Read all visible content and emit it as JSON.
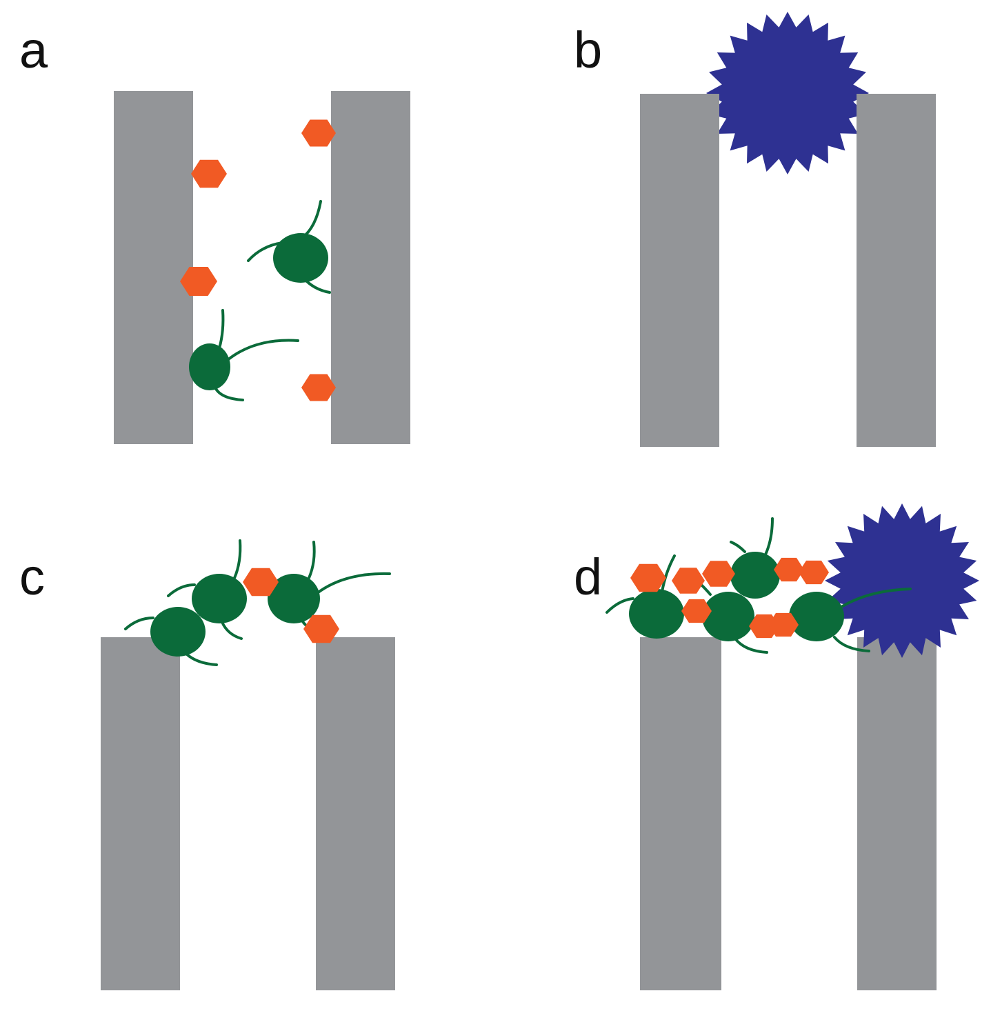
{
  "panels": [
    {
      "id": "a",
      "label": "a"
    },
    {
      "id": "b",
      "label": "b"
    },
    {
      "id": "c",
      "label": "c"
    },
    {
      "id": "d",
      "label": "d"
    }
  ],
  "colors": {
    "pillar": "#939598",
    "hexagon": "#f15a24",
    "bacterium": "#0b6b3a",
    "sphere": "#2e3192",
    "background": "#ffffff"
  },
  "icons": {
    "pillar": "pillar-icon",
    "hexagon": "hexagon-particle-icon",
    "bacterium": "bacterium-icon",
    "sphere": "spiky-sphere-icon"
  }
}
